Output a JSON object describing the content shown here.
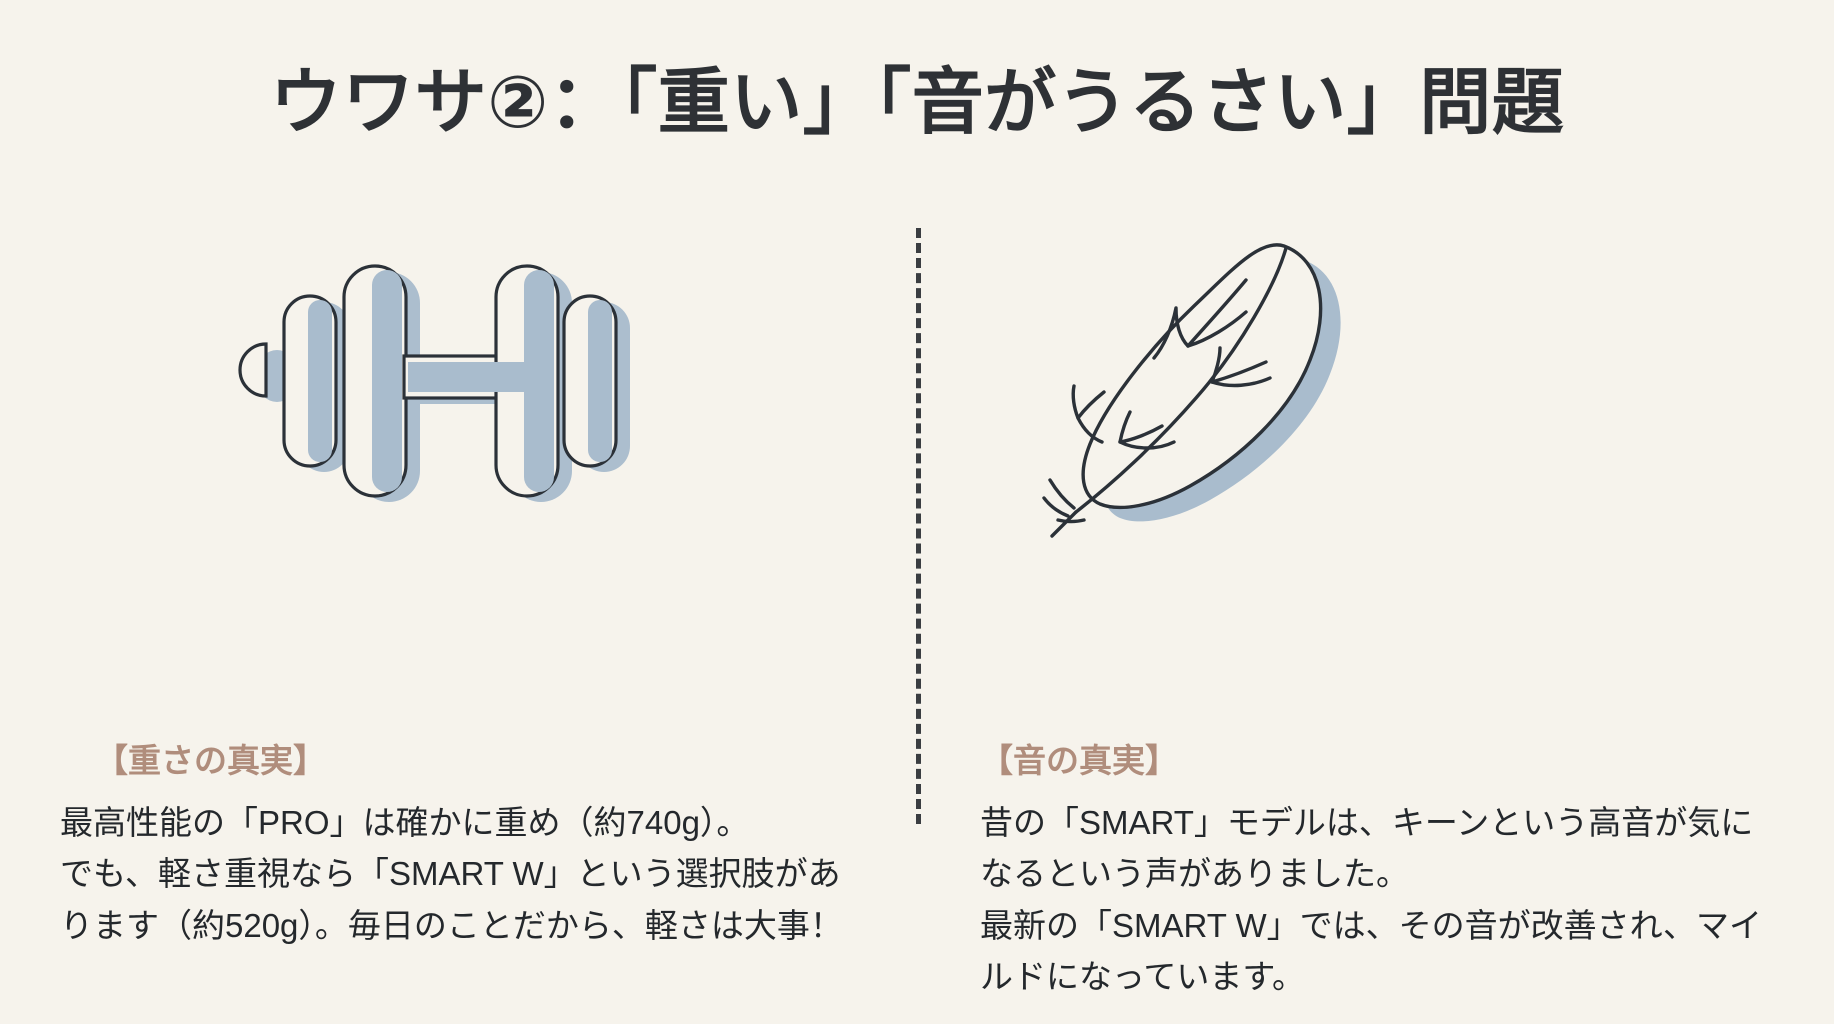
{
  "slide": {
    "background_color": "#f6f3ec",
    "title": "ウワサ②：「重い」「音がうるさい」問題",
    "title_color": "#2e3135",
    "accent_color": "#b08d7c",
    "illustration_fill": "#a9bccd",
    "illustration_stroke": "#2b3138",
    "divider_color": "#3a3d41"
  },
  "left": {
    "icon_name": "dumbbell-illustration",
    "heading": "【重さの真実】",
    "body": "最高性能の「PRO」は確かに重め（約740g）。\nでも、軽さ重視なら「SMART W」という選択肢があります（約520g）。毎日のことだから、軽さは大事！"
  },
  "right": {
    "icon_name": "feather-illustration",
    "heading": "【音の真実】",
    "body": "昔の「SMART」モデルは、キーンという高音が気になるという声がありました。\n最新の「SMART W」では、その音が改善され、マイルドになっています。"
  }
}
